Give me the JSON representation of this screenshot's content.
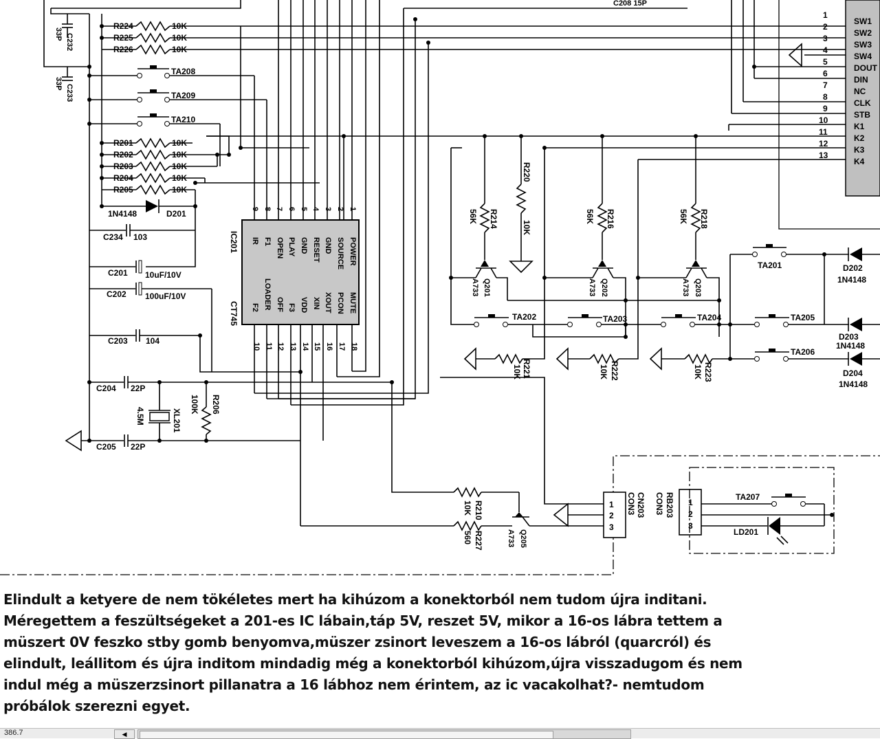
{
  "schematic": {
    "ic201": {
      "ref": "IC201",
      "part": "CT745",
      "pins_top": [
        "9",
        "8",
        "7",
        "6",
        "5",
        "4",
        "3",
        "2",
        "1"
      ],
      "pins_top_names": [
        "IR",
        "F1",
        "OPEN",
        "PLAY",
        "GND",
        "RESET",
        "GND",
        "SOURCE",
        "POWER"
      ],
      "pins_bottom": [
        "10",
        "11",
        "12",
        "13",
        "14",
        "15",
        "16",
        "17",
        "18"
      ],
      "pins_bottom_names": [
        "F2",
        "LOADER",
        "OFF",
        "F3",
        "VDD",
        "XIN",
        "XOUT",
        "PCON",
        "MUTE"
      ]
    },
    "resistors_left": [
      {
        "ref": "R224",
        "value": "10K"
      },
      {
        "ref": "R225",
        "value": "10K"
      },
      {
        "ref": "R226",
        "value": "10K"
      },
      {
        "ref": "R201",
        "value": "10K"
      },
      {
        "ref": "R202",
        "value": "10K"
      },
      {
        "ref": "R203",
        "value": "10K"
      },
      {
        "ref": "R204",
        "value": "10K"
      },
      {
        "ref": "R205",
        "value": "10K"
      }
    ],
    "switches_left": [
      "TA208",
      "TA209",
      "TA210"
    ],
    "caps_left": [
      {
        "ref": "C232",
        "value": "33P"
      },
      {
        "ref": "C233",
        "value": "33P"
      },
      {
        "ref": "C234",
        "value": "103"
      },
      {
        "ref": "C201",
        "value": "10uF/10V"
      },
      {
        "ref": "C202",
        "value": "100uF/10V"
      },
      {
        "ref": "C203",
        "value": "104"
      },
      {
        "ref": "C204",
        "value": "22P"
      },
      {
        "ref": "C205",
        "value": "22P"
      }
    ],
    "diode_left": {
      "ref": "D201",
      "part": "1N4148"
    },
    "crystal": {
      "ref": "XL201",
      "value": "4.5M"
    },
    "r206": {
      "ref": "R206",
      "value": "100K"
    },
    "c208": "C208  15P",
    "connector_pins": [
      "1",
      "2",
      "3",
      "4",
      "5",
      "6",
      "7",
      "8",
      "9",
      "10",
      "11",
      "12",
      "13"
    ],
    "connector_names": [
      "SW1",
      "SW2",
      "SW3",
      "SW4",
      "DOUT",
      "DIN",
      "NC",
      "CLK",
      "STB",
      "K1",
      "K2",
      "K3",
      "K4"
    ],
    "transistors": [
      {
        "ref": "Q201",
        "part": "A733",
        "r": "R214",
        "rv": "56K"
      },
      {
        "ref": "Q202",
        "part": "A733",
        "r": "R216",
        "rv": "56K"
      },
      {
        "ref": "Q203",
        "part": "A733",
        "r": "R218",
        "rv": "56K"
      }
    ],
    "r220": {
      "ref": "R220",
      "value": "10K"
    },
    "bottom_resistors": [
      {
        "ref": "R221",
        "value": "10K"
      },
      {
        "ref": "R222",
        "value": "10K"
      },
      {
        "ref": "R223",
        "value": "10K"
      }
    ],
    "switches_right": [
      "TA201",
      "TA202",
      "TA203",
      "TA204",
      "TA205",
      "TA206"
    ],
    "diodes_right": [
      {
        "ref": "D202",
        "part": "1N4148"
      },
      {
        "ref": "D203",
        "part": "1N4148"
      },
      {
        "ref": "D204",
        "part": "1N4148"
      }
    ],
    "bottom_section": {
      "r210": {
        "ref": "R210",
        "value": "10K"
      },
      "r227": {
        "ref": "R227",
        "value": "560"
      },
      "q205": {
        "ref": "Q205",
        "part": "A733"
      },
      "cn203": {
        "ref": "CN203",
        "sub": "CON3",
        "pins": [
          "1",
          "2",
          "3"
        ]
      },
      "rb203": {
        "ref": "RB203",
        "sub": "CON3",
        "pins": [
          "1",
          "2",
          "3"
        ]
      },
      "ta207": "TA207",
      "ld201": "LD201"
    }
  },
  "post": {
    "lines": [
      "Elindult a ketyere de nem tökéletes mert ha kihúzom a konektorból nem tudom újra inditani.",
      "Méregettem a feszültségeket a 201-es IC lábain,táp 5V, reszet 5V, mikor a 16-os lábra tettem a",
      "müszert 0V feszko stby gomb benyomva,müszer zsinort leveszem a 16-os lábról (quarcról) és",
      "elindult, leállitom és újra inditom mindadig még a konektorból kihúzom,újra visszadugom és nem",
      "indul még a müszerzsinort pillanatra a 16 lábhoz nem érintem, az ic vacakolhat?- nemtudom",
      "próbálok szerezni egyet."
    ]
  },
  "statusbar": {
    "zoom": "386.7"
  }
}
